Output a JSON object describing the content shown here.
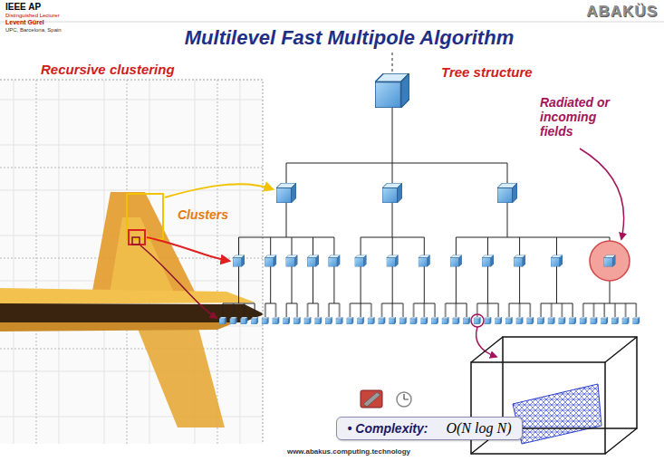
{
  "diagram": {
    "title": "Multilevel Fast Multipole Algorithm",
    "nodes": [
      {
        "text": [
          "• Complexity:",
          "O(N log N)"
        ]
      }
    ],
    "labels": [
      "IEEE AP",
      "Distinguished Lecturer",
      "Levent Gürel",
      "UPC, Barcelona, Spain",
      "ABAKÜS",
      "Recursive clustering",
      "Tree structure",
      "Clusters",
      "Radiated or incoming fields",
      "www.abakus.computing.technology"
    ]
  }
}
